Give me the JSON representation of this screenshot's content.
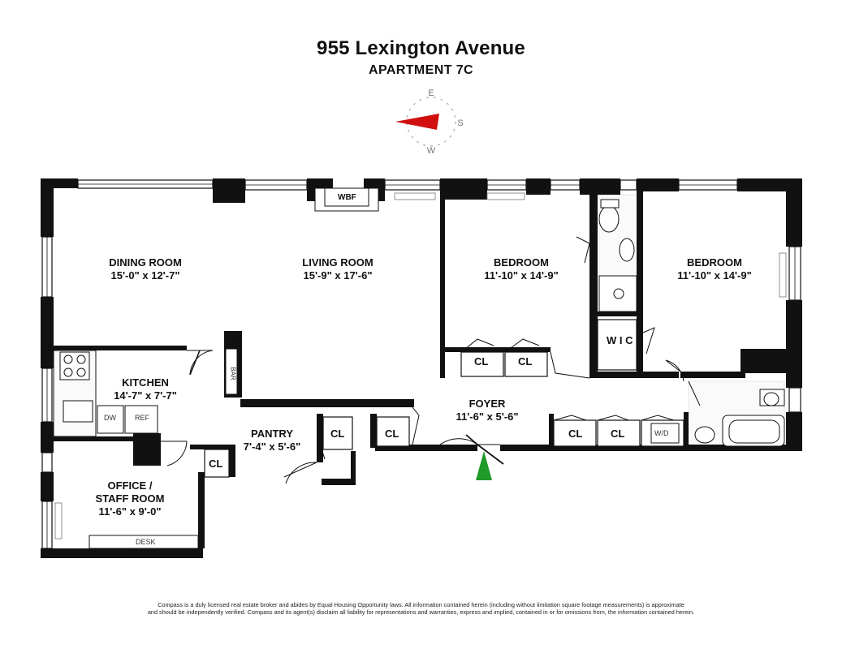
{
  "header": {
    "title": "955 Lexington Avenue",
    "subtitle": "APARTMENT 7C"
  },
  "compass": {
    "n_label": "E",
    "e_label": "S",
    "s_label": "W",
    "pointer_color": "#d10f0f"
  },
  "entry_marker": {
    "color": "#1f9a2b"
  },
  "rooms": {
    "dining": {
      "name": "DINING ROOM",
      "dims": "15'-0\" x 12'-7\""
    },
    "living": {
      "name": "LIVING ROOM",
      "dims": "15'-9\" x 17'-6\""
    },
    "bedroom1": {
      "name": "BEDROOM",
      "dims": "11'-10\" x 14'-9\""
    },
    "bedroom2": {
      "name": "BEDROOM",
      "dims": "11'-10\" x 14'-9\""
    },
    "kitchen": {
      "name": "KITCHEN",
      "dims": "14'-7\" x 7'-7\""
    },
    "foyer": {
      "name": "FOYER",
      "dims": "11'-6\" x 5'-6\""
    },
    "pantry": {
      "name": "PANTRY",
      "dims": "7'-4\" x 5'-6\""
    },
    "office": {
      "name1": "OFFICE /",
      "name2": "STAFF ROOM",
      "dims": "11'-6\" x 9'-0\""
    }
  },
  "labels": {
    "wbf": "WBF",
    "bar": "BAR",
    "wic": "W I C",
    "dw": "DW",
    "ref": "REF",
    "wd": "W/D",
    "desk": "DESK",
    "cl": "CL"
  },
  "disclaimer": {
    "line1": "Compass is a duly licensed real estate broker and abides by Equal Housing Opportunity laws. All information contained herein (including without limitation square footage measurements) is approximate",
    "line2": "and should be independently verified. Compass and its agent(s) disclaim all liability for representations and warranties, express and implied, contained in or for omissions from, the information contained herein."
  }
}
